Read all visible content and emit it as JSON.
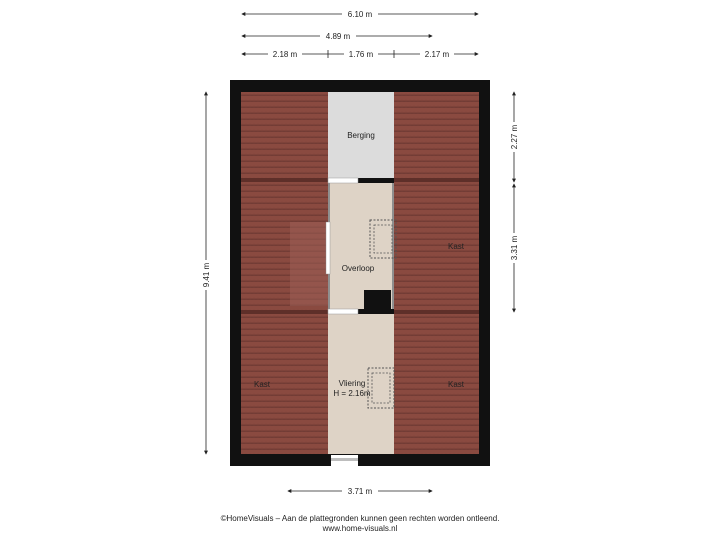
{
  "dimensions": {
    "top_total": "6.10 m",
    "top_inner": "4.89 m",
    "top_left": "2.18 m",
    "top_mid": "1.76 m",
    "top_right": "2.17 m",
    "left_height": "9.41 m",
    "right_upper": "2.27 m",
    "right_lower": "3.31 m",
    "bottom": "3.71 m"
  },
  "rooms": {
    "berging": "Berging",
    "overloop": "Overloop",
    "kast_right_upper": "Kast",
    "kast_left_lower": "Kast",
    "kast_right_lower": "Kast",
    "vliering_line1": "Vliering",
    "vliering_line2": "H = 2.16m"
  },
  "footer": {
    "line1": "©HomeVisuals – Aan de plattegronden kunnen geen rechten worden ontleend.",
    "line2": "www.home-visuals.nl"
  },
  "colors": {
    "wall": "#111111",
    "roof": "#8a4a40",
    "roof_line": "#6f3a33",
    "floor": "#ded3c6",
    "storage": "#dcdcdc"
  }
}
